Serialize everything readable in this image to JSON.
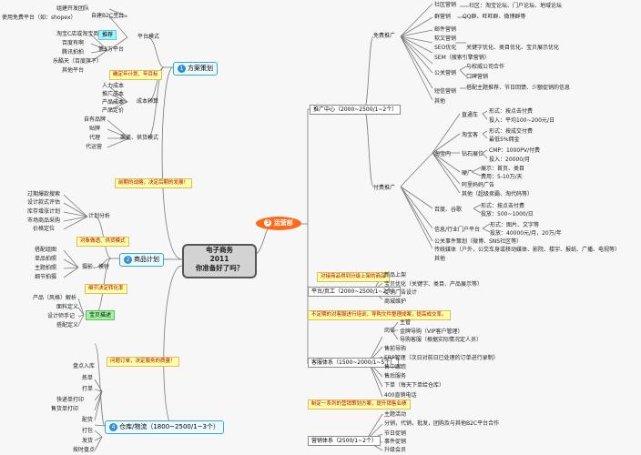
{
  "center": {
    "line1": "电子商务",
    "line2": "2011",
    "line3": "你准备好了吗？"
  },
  "topics": {
    "plan": "方案策划",
    "plan_num": "1",
    "product": "商品计划",
    "product_num": "2",
    "ops": "运营部",
    "ops_num": "3",
    "warehouse": "仓库/物流（1800~2500/1~3个）",
    "warehouse_num": "4"
  },
  "plan": {
    "leaf_top1": "组建开发团队",
    "leaf_top2": "使用免费平台（如：shopex）",
    "b2c": "自建B2C平台",
    "platform_mode": "平台模式",
    "third_shops": [
      "淘宝C店或淘宝商城",
      "百度有啊",
      "腾讯拍拍",
      "乐酷天（百度旗下）"
    ],
    "recommend": "推荐",
    "third_platform": "第3方平台",
    "other_platform": "其他平台",
    "budget_note": "确定年计划、年目标",
    "costs": [
      "人力成本",
      "推广成本",
      "产品成本",
      "产品定价"
    ],
    "budget": "成本预算",
    "channels": [
      "自有品牌",
      "贴牌",
      "代理",
      "代运营"
    ],
    "channel_mode": "渠道、供货模式"
  },
  "product": {
    "strategy_note": "前期的战略，决定后期的发展！",
    "analysis_items": [
      "过期爆款搜索",
      "设计款式评估",
      "库存增涨计划",
      "市场商品采购",
      "价格定位"
    ],
    "analysis": "计划分析",
    "marketing_note": "对象做透、供货模式",
    "series_items": [
      "搭配组图",
      "单品拍照",
      "主题拍照",
      "细节拍摄"
    ],
    "photo": "摄影、模特",
    "detail_note": "细节决定转化率",
    "desc_items": [
      "产品（风格）解析",
      "面料定义",
      "设计师手记",
      "搭配定义"
    ],
    "desc": "宝贝描述"
  },
  "warehouse": {
    "note": "问题订单，决定服务的质量！",
    "items": [
      "盘点入库",
      "拣单",
      "打单",
      "快递单打印",
      "售货单打印",
      "配货",
      "打包",
      "发货",
      "按时盘点"
    ]
  },
  "promotion": {
    "center": "推广中心（2000~2500/1~2个）",
    "free": "免费推广",
    "community": "社区营销",
    "community_detail": "社区：淘宝论坛、门户论坛、地域论坛",
    "qq": "群营销",
    "qq_detail": "QQ群、旺旺群、微博群等",
    "email": "邮件营销",
    "soft": "软文营销",
    "seo": "SEO优化",
    "seo_detail": "关键字优化、类目优化、宝贝展示优化",
    "sem": "SEM（搜索引擎营销）",
    "pr": "公关营销",
    "pr_detail1": "与权威公司合作",
    "pr_detail2": "口碑营销",
    "sms": "短信营销",
    "sms_detail": "搭配主题推荐、节日回馈、少额促销的信息",
    "other": "其他",
    "paid": "付费推广",
    "taobao": "淘宝内",
    "ztc": "直通车",
    "ztc_d1": "形式：按点击付费",
    "ztc_d2": "投入：平均100~200元/日",
    "tbk": "淘宝客",
    "tbk_d1": "形式：按成交付费",
    "tbk_d2": "最低5%佣金",
    "zs": "钻石展位",
    "zs_d1": "CMP：1000PV/付费",
    "zs_d2": "投入：20000/月",
    "hot": "硬广",
    "hot_d1": "展示：首页、类目",
    "hot_d2": "费用：5-10万/天",
    "ali": "阿里妈妈广告",
    "other_paid": "其他（超级卖霸、淘代码等）",
    "baidu": "百度、谷歌",
    "baidu_d1": "形式：按点击付费",
    "baidu_d2": "投放：500~1000/日",
    "portal": "信息/行业门户平台",
    "portal_d1": "形式：图片、文字等",
    "portal_d2": "投放：40000元/月，20万/年",
    "social": "公关事件策划（微博、SNS社区等）",
    "tv": "传统媒体（户外，公交车身或移动媒体、影院、楼宇、报纸、广播、电视等）",
    "misc": "其他"
  },
  "ops_notes": {
    "platform_note": "对接商品得到分级上架的商品",
    "cs_note": "不定期的对客服进行培训，导购文件整理成案，提高成交率。",
    "sales_note": "制定一系列的营销策划方案，提升销售业绩"
  },
  "platform": {
    "label": "平台/页工（2000~2500/1~2个）",
    "items": [
      "新品上架",
      "宝贝优化（关键字、类目、产品展示等）",
      "促销广告设计",
      "商城维护"
    ]
  },
  "cs": {
    "label": "客服体系（1500~2000/1~5个）",
    "pos": "岗位",
    "supervisor": "主管",
    "vip": "金牌导购（VIP客户管理）",
    "guide": "导购客服（根据实际情况定人员）",
    "items": [
      "售前导购",
      "ERP管理（次日对前日已处理的订单进行录制）",
      "售中跟踪",
      "售后服务",
      "下单（每天下单给仓库）",
      "400直销电话"
    ]
  },
  "sales": {
    "label": "营销体系（2500/1~2个）",
    "items": [
      "主题活动",
      "分销，代销，批发，团购及与其他B2C平台合作",
      "节日促销",
      "事件促销",
      "升级会员"
    ]
  }
}
